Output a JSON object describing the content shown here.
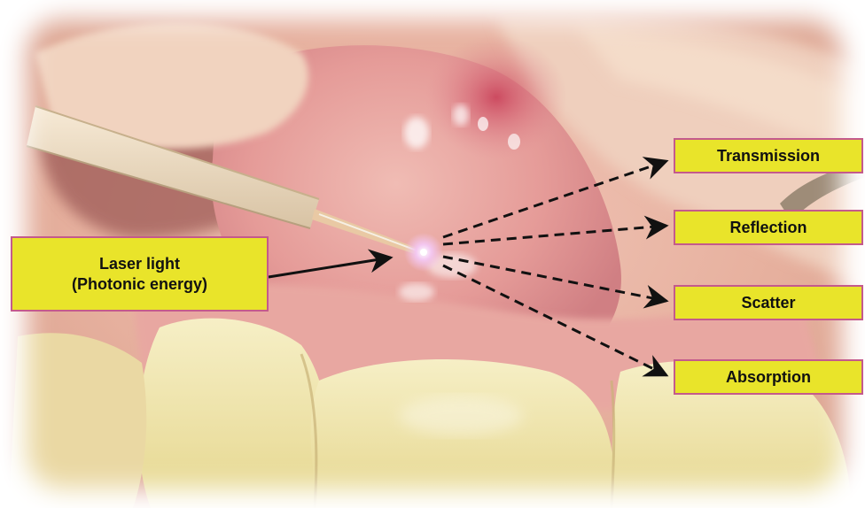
{
  "labels": {
    "laser_light_line1": "Laser light",
    "laser_light_line2": "(Photonic energy)",
    "transmission": "Transmission",
    "reflection": "Reflection",
    "scatter": "Scatter",
    "absorption": "Absorption"
  },
  "colors": {
    "label_fill": "#e9e42a",
    "label_border": "#c45a8c",
    "arrow": "#111111",
    "gingiva": "#e8a39a",
    "tooth": "#efe6b0"
  }
}
